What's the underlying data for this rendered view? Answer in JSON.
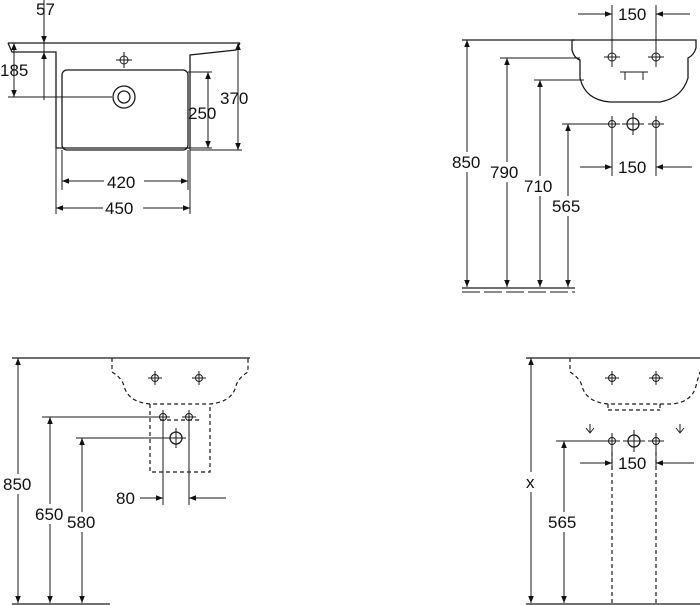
{
  "views": {
    "top": {
      "dim_top_offset": "57",
      "dim_tap_offset": "185",
      "dim_bowl_depth": "250",
      "dim_depth": "370",
      "dim_bowl_width": "420",
      "dim_width": "450"
    },
    "side": {
      "dim_tap_spacing": "150",
      "dim_floor_to_rim": "850",
      "dim_floor_to_790": "790",
      "dim_floor_to_710": "710",
      "dim_floor_to_outlet": "565",
      "dim_outlet_spacing": "150"
    },
    "semi_pedestal": {
      "dim_height": "850",
      "dim_supply_height": "650",
      "dim_waste_height": "580",
      "dim_offset": "80"
    },
    "full_pedestal": {
      "dim_height": "x",
      "dim_outlet_spacing": "150",
      "dim_outlet_height": "565"
    }
  }
}
